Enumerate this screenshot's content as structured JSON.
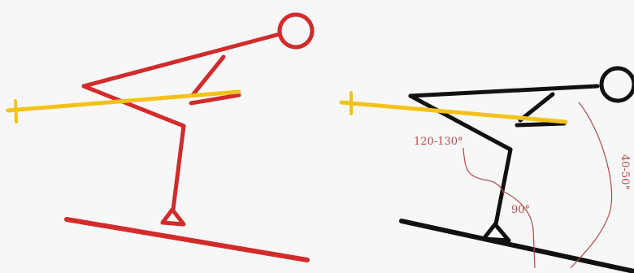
{
  "colors": {
    "background": "#f7f7f7",
    "left_figure": "#d22b2b",
    "right_figure": "#111111",
    "pole": "#f2c21a",
    "angle_annotation": "#b24a4a"
  },
  "diagram": {
    "left_figure": {
      "name": "skier-stick-figure-red"
    },
    "right_figure": {
      "name": "skier-stick-figure-black-annotated"
    },
    "angles": {
      "hip_angle": "120-130°",
      "knee_angle": "90°",
      "torso_angle": "40-50°"
    }
  }
}
